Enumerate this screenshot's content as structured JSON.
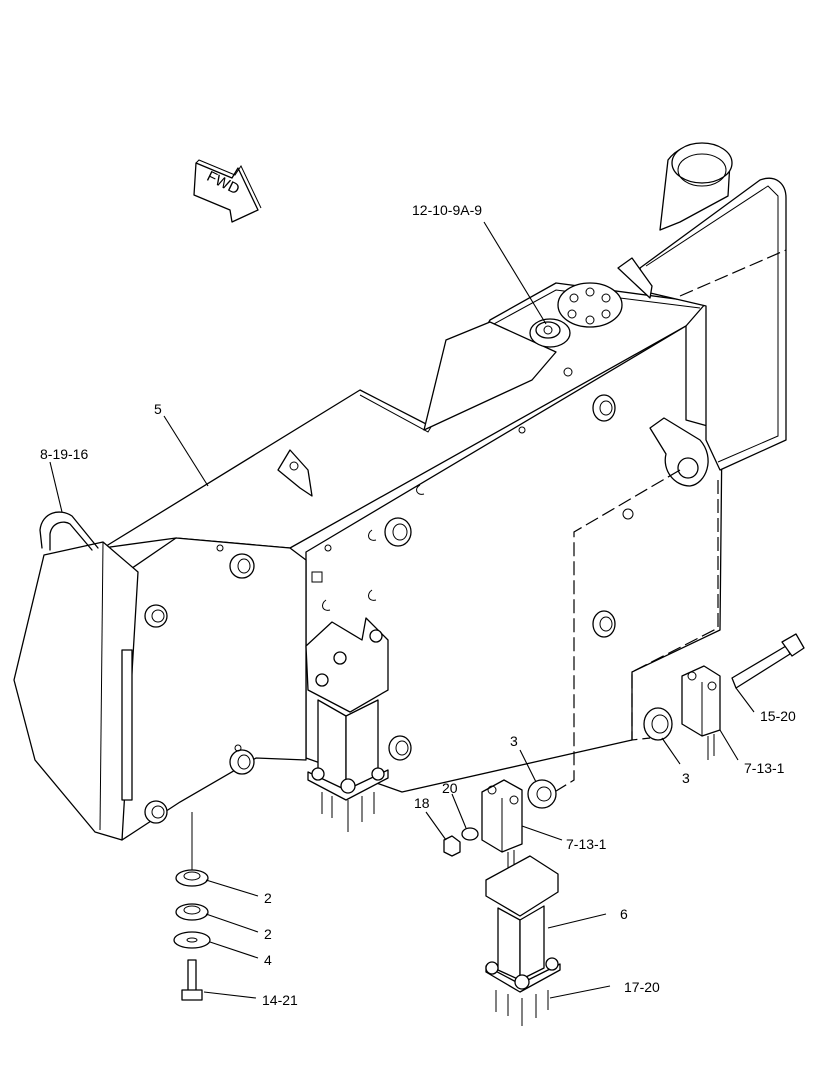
{
  "fwd_arrow": {
    "text": "FWD"
  },
  "callouts": [
    {
      "id": "c-12-10-9a-9",
      "text": "12-10-9A-9"
    },
    {
      "id": "c-5",
      "text": "5"
    },
    {
      "id": "c-8-19-16",
      "text": "8-19-16"
    },
    {
      "id": "c-15-20",
      "text": "15-20"
    },
    {
      "id": "c-3-right",
      "text": "3"
    },
    {
      "id": "c-7-13-1-right",
      "text": "7-13-1"
    },
    {
      "id": "c-3-center",
      "text": "3"
    },
    {
      "id": "c-18",
      "text": "18"
    },
    {
      "id": "c-20",
      "text": "20"
    },
    {
      "id": "c-7-13-1-center",
      "text": "7-13-1"
    },
    {
      "id": "c-6",
      "text": "6"
    },
    {
      "id": "c-17-20",
      "text": "17-20"
    },
    {
      "id": "c-2-upper",
      "text": "2"
    },
    {
      "id": "c-2-lower",
      "text": "2"
    },
    {
      "id": "c-4",
      "text": "4"
    },
    {
      "id": "c-14-21",
      "text": "14-21"
    }
  ]
}
